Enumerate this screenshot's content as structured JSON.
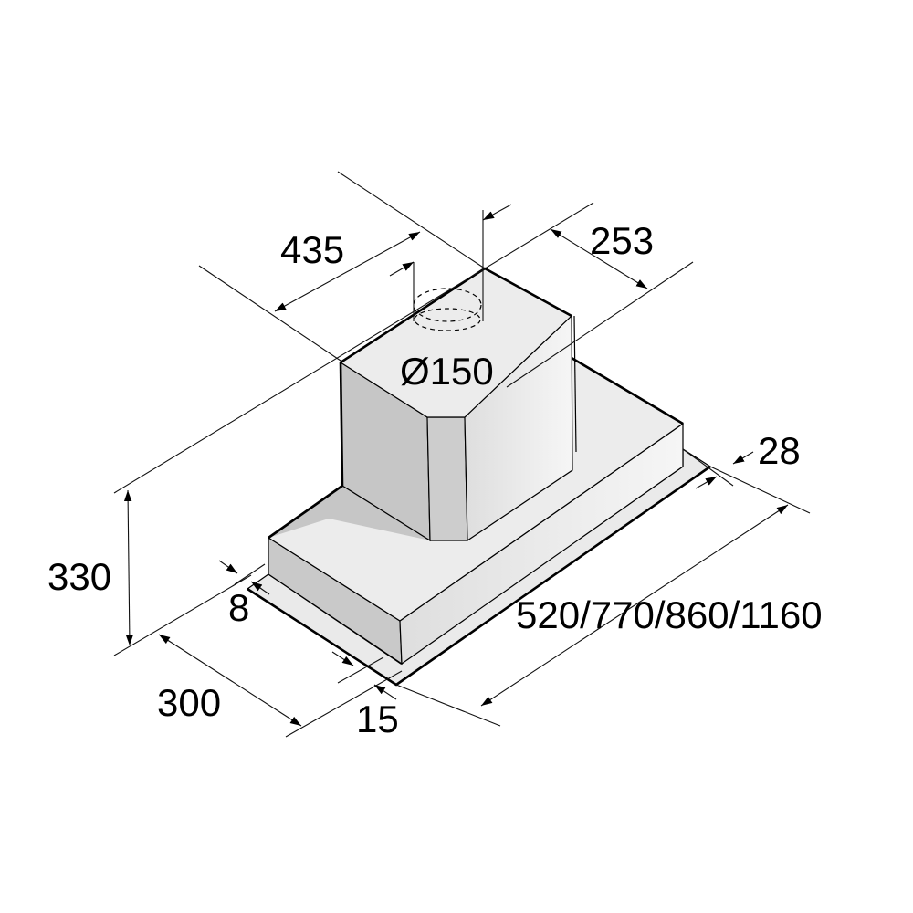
{
  "title": "Range hood dimensions drawing",
  "dimensions": {
    "chimney_width": "435",
    "chimney_depth": "253",
    "duct_diameter": "Ø150",
    "height": "330",
    "depth": "300",
    "front_offset": "15",
    "side_offset": "8",
    "rear_offset": "28",
    "widths": "520/770/860/1160"
  },
  "colors": {
    "line": "#000000",
    "face_light": "#eeeeee",
    "face_mid": "#d6d6d6",
    "face_dark": "#c4c4c4"
  }
}
